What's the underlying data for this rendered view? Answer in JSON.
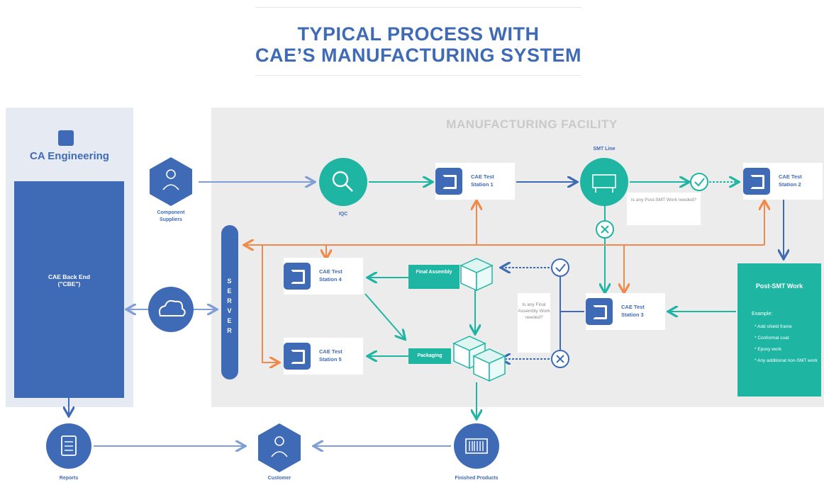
{
  "title": {
    "line1": "TYPICAL PROCESS WITH",
    "line2": "CAE’S MANUFACTURING SYSTEM"
  },
  "left_panel": {
    "brand": "CA Engineering",
    "backend_line1": "CAE Back End",
    "backend_line2": "(\"CBE\")"
  },
  "facility": {
    "label": "MANUFACTURING FACILITY",
    "server_label": "SERVER"
  },
  "nodes": {
    "component_suppliers": "Component Suppliers",
    "iqc": "IQC",
    "smt_line": "SMT Line",
    "station1": "CAE Test Station 1",
    "station2": "CAE Test Station 2",
    "station3": "CAE Test Station 3",
    "station4": "CAE Test Station 4",
    "station5": "CAE Test Station 5",
    "final_assembly": "Final Assembly",
    "packaging": "Packaging",
    "reports": "Reports",
    "customer": "Customer",
    "finished_products": "Finished Products"
  },
  "questions": {
    "post_smt": "Is any Post-SMT Work needed?",
    "final_assembly": "Is any Final Assembly Work needed?"
  },
  "post_smt": {
    "title": "Post-SMT Work",
    "example_label": "Example:",
    "items": [
      "Add shield frame",
      "Conformal coat",
      "Epoxy work",
      "Any additional non-SMT work"
    ]
  },
  "colors": {
    "blue": "#3f6bb6",
    "teal": "#1fb5a3",
    "orange": "#f08a4b",
    "facility_bg": "#ececec",
    "left_bg": "#e6ebf3"
  },
  "icons": {
    "suppliers": "supplier-person-icon",
    "iqc": "magnifier-icon",
    "smt": "smt-machine-icon",
    "cloud": "cloud-icon",
    "reports": "clipboard-icon",
    "customer": "customer-person-icon",
    "finished": "barcode-icon",
    "yes": "check-icon",
    "no": "x-icon"
  }
}
